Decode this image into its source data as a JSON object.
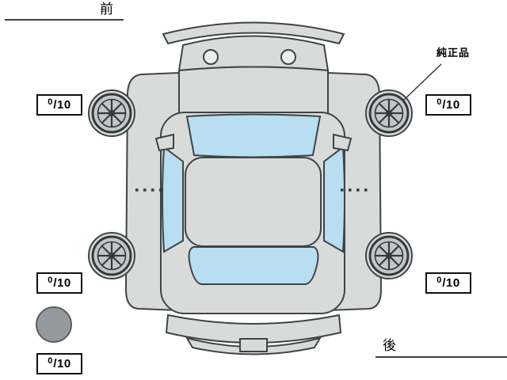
{
  "labels": {
    "front": "前",
    "rear": "後",
    "genuine_parts": "純正品"
  },
  "scores": {
    "front_left": {
      "value": "0",
      "max": "/10"
    },
    "front_right": {
      "value": "0",
      "max": "/10"
    },
    "rear_left": {
      "value": "0",
      "max": "/10"
    },
    "rear_right": {
      "value": "0",
      "max": "/10"
    },
    "spare": {
      "value": "0",
      "max": "/10"
    }
  },
  "colors": {
    "background": "#ffffff",
    "car_body": "#d9dbdb",
    "window_glass": "#b9ddf1",
    "outline": "#3f4446",
    "wheel": "#c3c6c7",
    "spare_tire": "#93999c"
  }
}
